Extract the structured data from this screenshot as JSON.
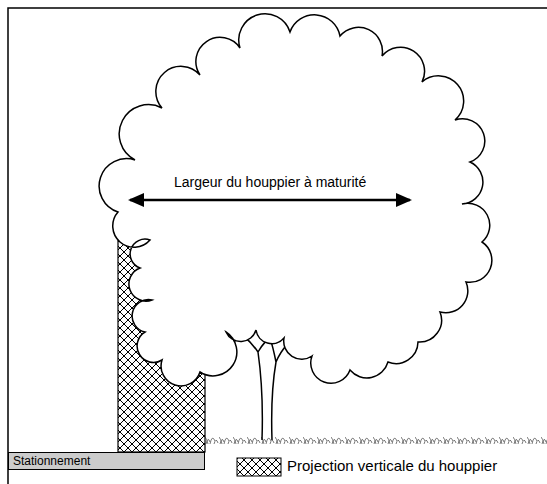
{
  "diagram": {
    "nodes": [
      {
        "text": [
          "Stationnement"
        ]
      }
    ],
    "labels": [
      "Largeur du houppier à maturité"
    ],
    "legend": [
      {
        "text": "Projection verticale du houppier"
      }
    ]
  }
}
